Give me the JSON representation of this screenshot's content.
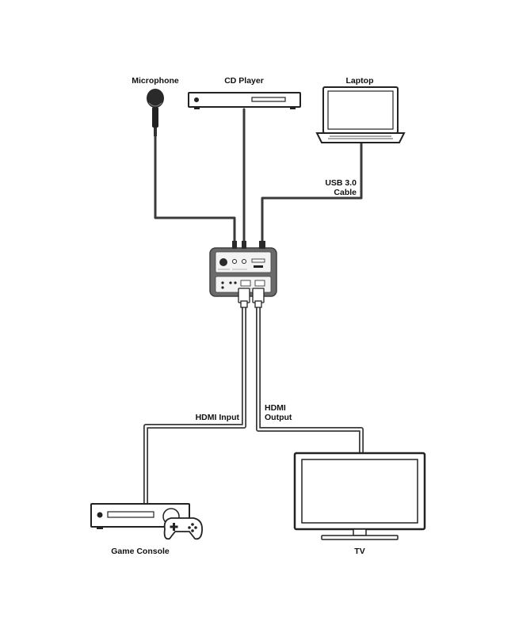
{
  "devices": {
    "microphone": "Microphone",
    "cd_player": "CD Player",
    "laptop": "Laptop",
    "game_console": "Game Console",
    "tv": "TV"
  },
  "cables": {
    "usb_line1": "USB 3.0",
    "usb_line2": "Cable",
    "hdmi_input": "HDMI Input",
    "hdmi_output_line1": "HDMI",
    "hdmi_output_line2": "Output"
  },
  "colors": {
    "cable": "#3a3a3a",
    "hub_body": "#6b6b6b",
    "outline": "#222222"
  }
}
